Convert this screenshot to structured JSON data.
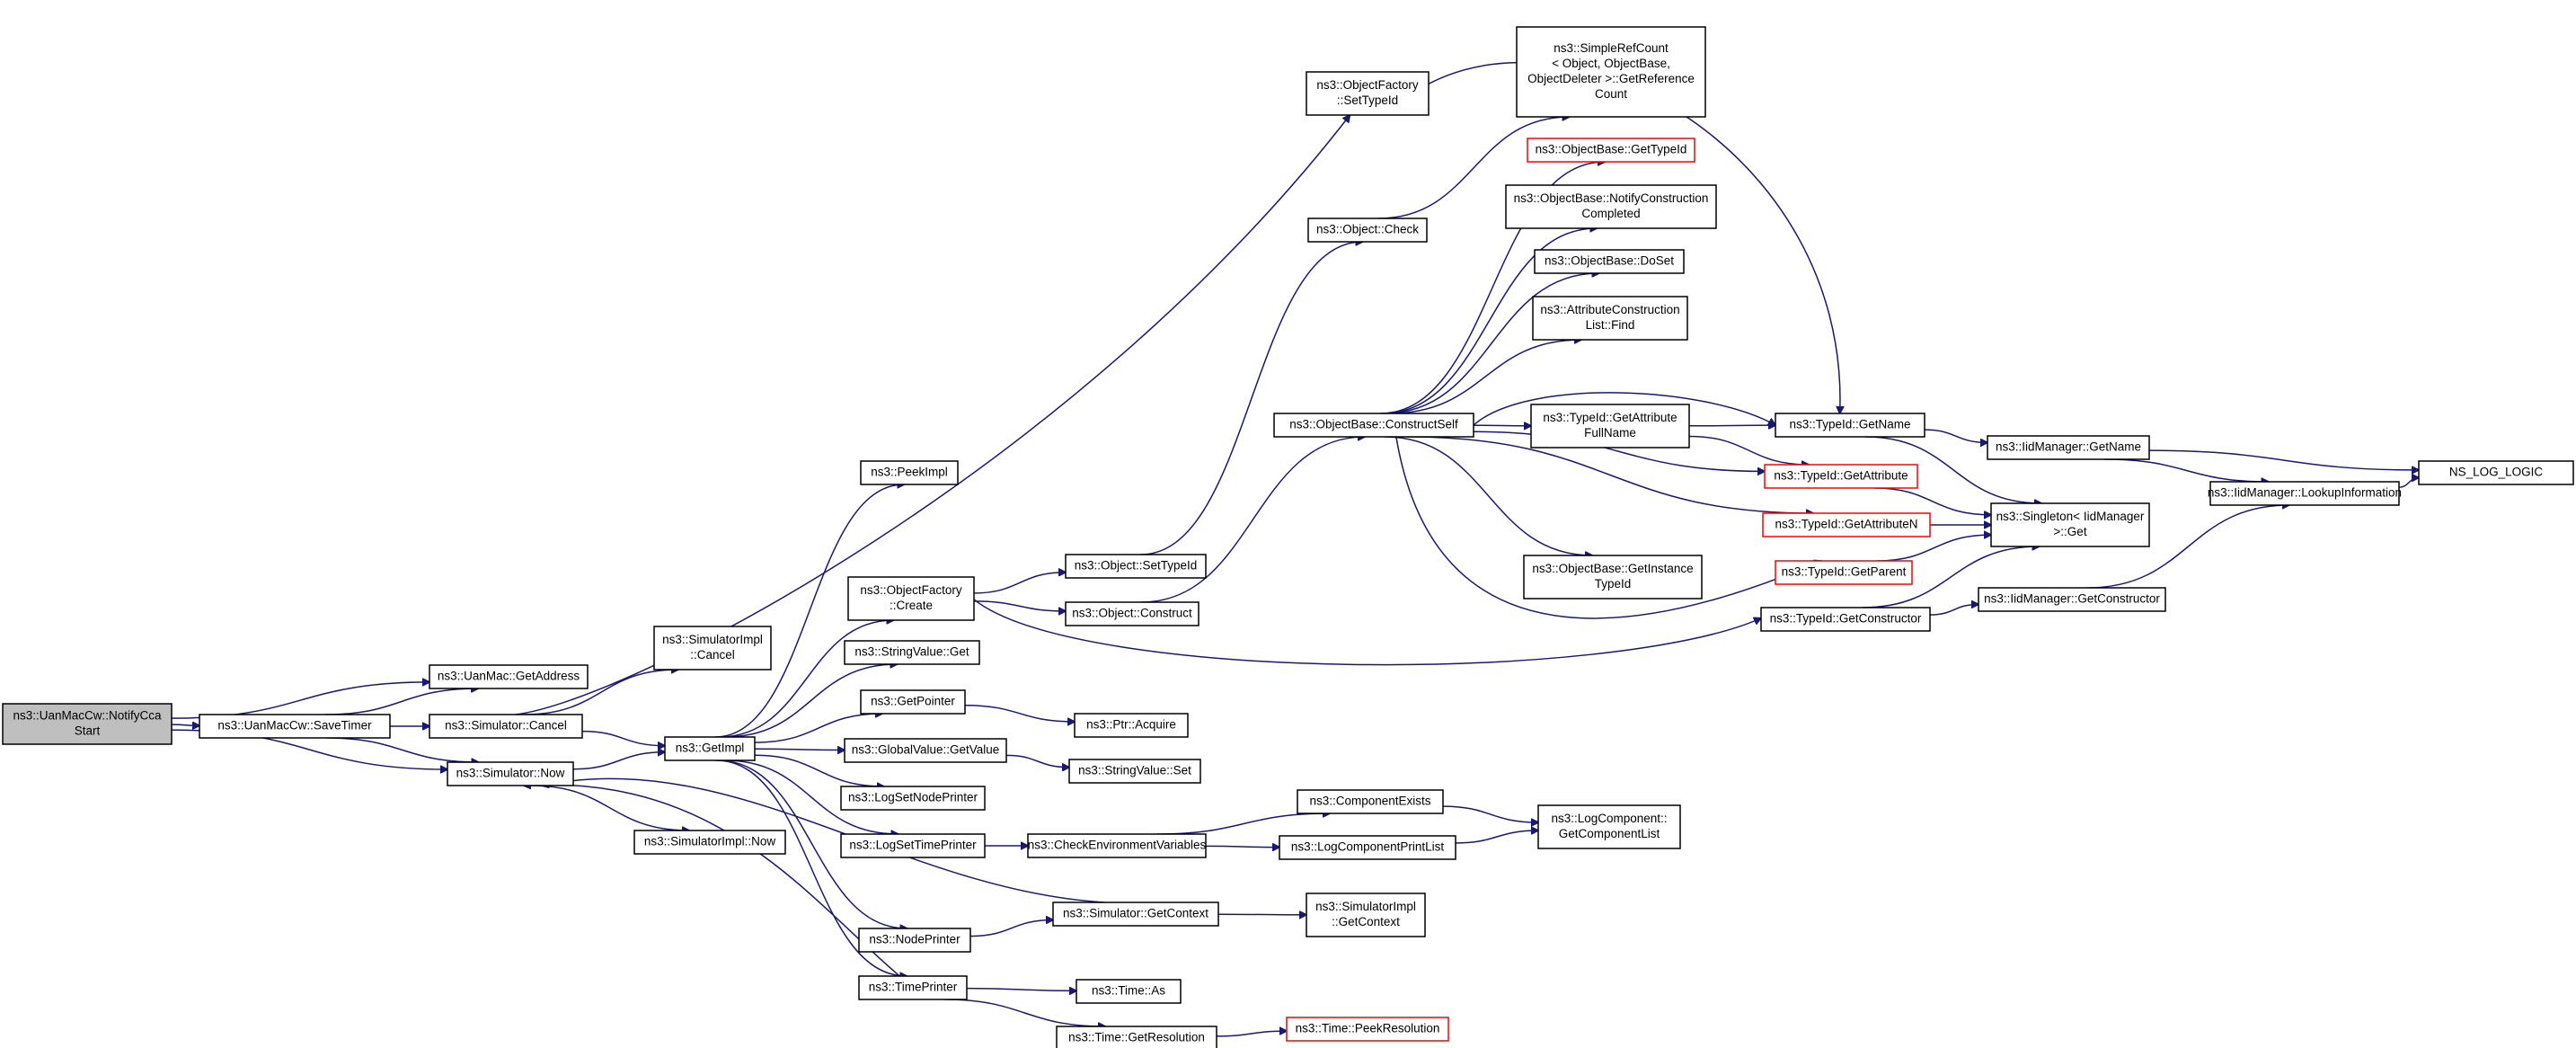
{
  "nodes": {
    "root": [
      "ns3::UanMacCw::NotifyCca",
      "Start"
    ],
    "getaddress": [
      "ns3::UanMac::GetAddress"
    ],
    "savetimer": [
      "ns3::UanMacCw::SaveTimer"
    ],
    "simcancel": [
      "ns3::Simulator::Cancel"
    ],
    "simnow": [
      "ns3::Simulator::Now"
    ],
    "implcancel": [
      "ns3::SimulatorImpl",
      "::Cancel"
    ],
    "implnow": [
      "ns3::SimulatorImpl::Now"
    ],
    "getimpl": [
      "ns3::GetImpl"
    ],
    "peekimpl": [
      "ns3::PeekImpl"
    ],
    "ofcreate": [
      "ns3::ObjectFactory",
      "::Create"
    ],
    "stringget": [
      "ns3::StringValue::Get"
    ],
    "getpointer": [
      "ns3::GetPointer"
    ],
    "globalget": [
      "ns3::GlobalValue::GetValue"
    ],
    "lognode": [
      "ns3::LogSetNodePrinter"
    ],
    "logtime": [
      "ns3::LogSetTimePrinter"
    ],
    "nodeprinter": [
      "ns3::NodePrinter"
    ],
    "timeprinter": [
      "ns3::TimePrinter"
    ],
    "ofsettypeid": [
      "ns3::ObjectFactory",
      "::SetTypeId"
    ],
    "objcheck": [
      "ns3::Object::Check"
    ],
    "objsettypeid": [
      "ns3::Object::SetTypeId"
    ],
    "objconstruct": [
      "ns3::Object::Construct"
    ],
    "ptracquire": [
      "ns3::Ptr::Acquire"
    ],
    "stringset": [
      "ns3::StringValue::Set"
    ],
    "checkenv": [
      "ns3::CheckEnvironmentVariables"
    ],
    "simgetctx": [
      "ns3::Simulator::GetContext"
    ],
    "timeas": [
      "ns3::Time::As"
    ],
    "timegetres": [
      "ns3::Time::GetResolution"
    ],
    "timepeekres": [
      "ns3::Time::PeekResolution"
    ],
    "constructself": [
      "ns3::ObjectBase::ConstructSelf"
    ],
    "refcount": [
      "ns3::SimpleRefCount",
      "< Object, ObjectBase,",
      "ObjectDeleter >::GetReference",
      "Count"
    ],
    "obgettypeid": [
      "ns3::ObjectBase::GetTypeId"
    ],
    "obnotify": [
      "ns3::ObjectBase::NotifyConstruction",
      "Completed"
    ],
    "obdoset": [
      "ns3::ObjectBase::DoSet"
    ],
    "attrfind": [
      "ns3::AttributeConstruction",
      "List::Find"
    ],
    "tidattrfull": [
      "ns3::TypeId::GetAttribute",
      "FullName"
    ],
    "obinstance": [
      "ns3::ObjectBase::GetInstance",
      "TypeId"
    ],
    "compexists": [
      "ns3::ComponentExists"
    ],
    "logprintlist": [
      "ns3::LogComponentPrintList"
    ],
    "implgetctx": [
      "ns3::SimulatorImpl",
      "::GetContext"
    ],
    "tidgetname": [
      "ns3::TypeId::GetName"
    ],
    "tidgetattr": [
      "ns3::TypeId::GetAttribute"
    ],
    "tidgetattrn": [
      "ns3::TypeId::GetAttributeN"
    ],
    "tidgetparent": [
      "ns3::TypeId::GetParent"
    ],
    "tidgetctor": [
      "ns3::TypeId::GetConstructor"
    ],
    "singleton": [
      "ns3::Singleton< IidManager",
      ">::Get"
    ],
    "iidgetname": [
      "ns3::IidManager::GetName"
    ],
    "iidgetctor": [
      "ns3::IidManager::GetConstructor"
    ],
    "iidlookup": [
      "ns3::IidManager::LookupInformation"
    ],
    "logcomplist": [
      "ns3::LogComponent::",
      "GetComponentList"
    ],
    "nslog": [
      "NS_LOG_LOGIC"
    ]
  },
  "highlighted": [
    "root"
  ],
  "red_border": [
    "obgettypeid",
    "tidgetattr",
    "tidgetattrn",
    "tidgetparent",
    "timepeekres"
  ],
  "colors": {
    "edge": "#191970",
    "root_fill": "#bfbfbf",
    "border": "#000000",
    "red_border": "#ff0000"
  }
}
